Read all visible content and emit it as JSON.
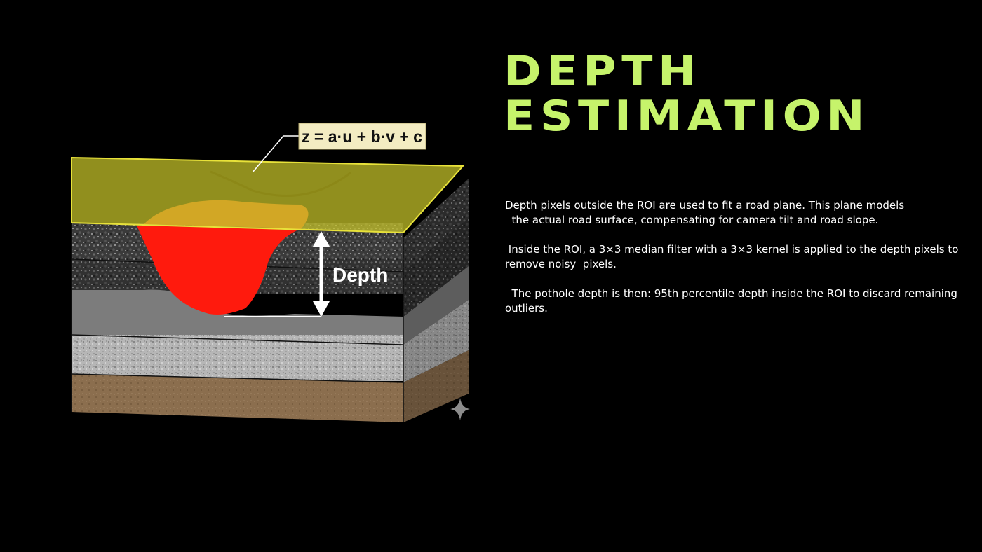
{
  "slide": {
    "title_lines": [
      "DEPTH",
      "ESTIMATION"
    ],
    "paragraphs": [
      "Depth pixels outside the ROI are used to fit a road plane. This plane models\n  the actual road surface, compensating for camera tilt and road slope.",
      " Inside the ROI, a 3×3 median filter with a 3×3 kernel is applied to the depth pixels to remove noisy  pixels.",
      "  The pothole depth is then: 95th percentile depth inside the ROI to discard remaining outliers."
    ]
  },
  "diagram": {
    "equation_label": "z = a·u + b·v + c",
    "depth_label": "Depth",
    "colors": {
      "plane": "#c9c62a",
      "pothole": "#ff1a0d",
      "asphalt": "#3a3a3a",
      "base": "#8a8a8a",
      "gravel": "#b8b8b8",
      "soil": "#8b6e4e",
      "label_bg": "#f3ecc2"
    }
  },
  "decor": {
    "sparkle_icon": "four-point-star-icon"
  }
}
